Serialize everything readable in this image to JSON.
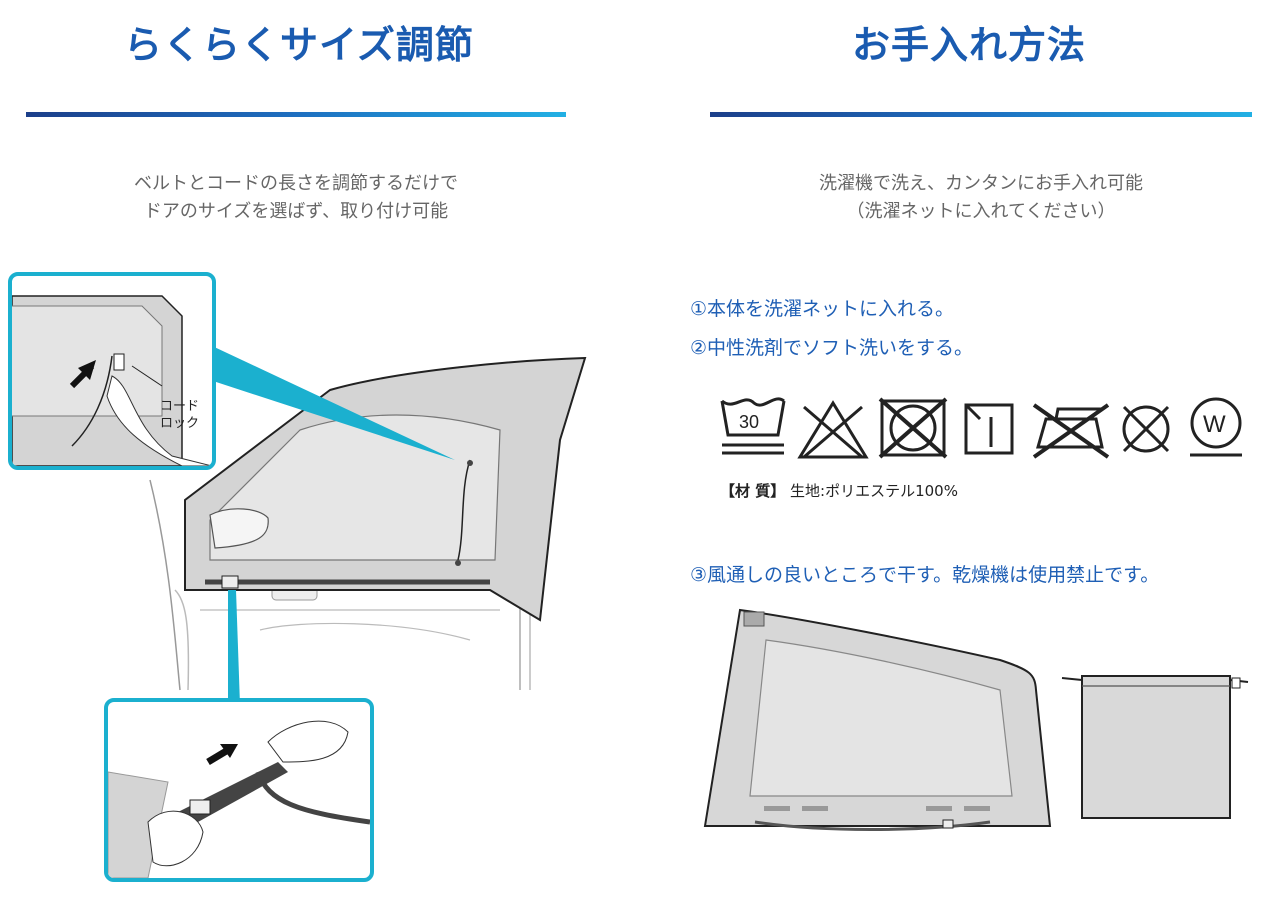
{
  "left": {
    "title": "らくらくサイズ調節",
    "desc_line1": "ベルトとコードの長さを調節するだけで",
    "desc_line2": "ドアのサイズを選ばず、取り付け可能",
    "callout_line1": "コード",
    "callout_line2": "ロック"
  },
  "right": {
    "title": "お手入れ方法",
    "desc_line1": "洗濯機で洗え、カンタンにお手入れ可能",
    "desc_line2": "（洗濯ネットに入れてください）",
    "step1": "①本体を洗濯ネットに入れる。",
    "step2": "②中性洗剤でソフト洗いをする。",
    "step3": "③風通しの良いところで干す。乾燥機は使用禁止です。",
    "material_label": "【材 質】",
    "material_value": "生地:ポリエステル100%",
    "wash_temp": "30",
    "wet_clean_mark": "W",
    "care_icons": [
      "wash-30-icon",
      "no-bleach-icon",
      "no-tumble-dry-icon",
      "line-dry-shade-icon",
      "no-iron-icon",
      "no-dry-clean-icon",
      "wet-clean-icon"
    ]
  },
  "colors": {
    "accent": "#1a5bb0",
    "teal": "#1bb0cf",
    "gray_fabric": "#d9d9d9"
  }
}
